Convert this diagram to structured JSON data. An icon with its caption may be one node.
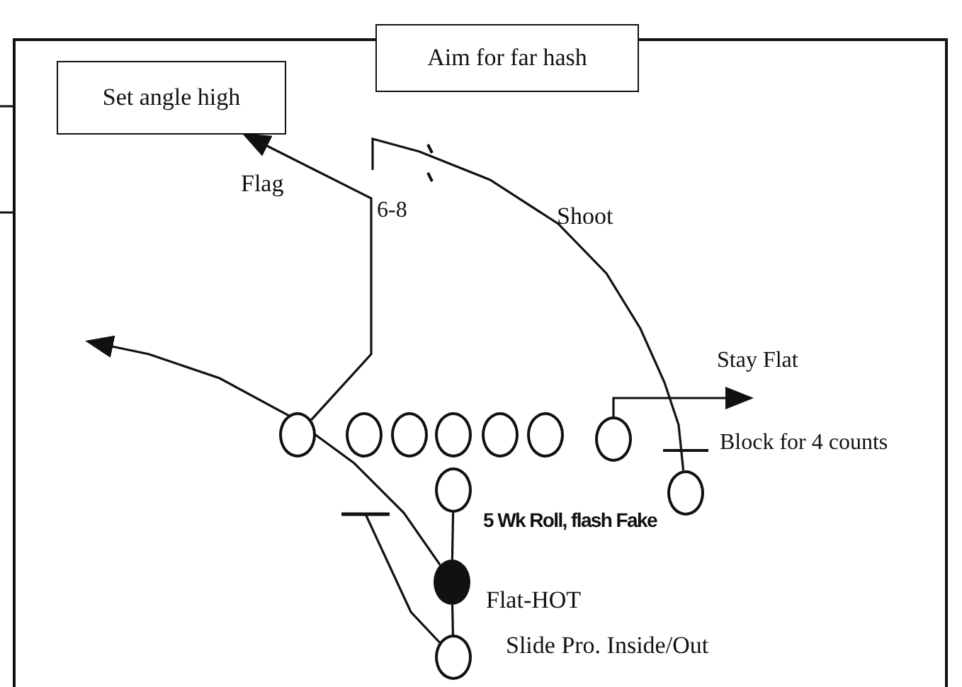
{
  "diagram": {
    "nodes": [
      {
        "text": [
          "Set angle high"
        ]
      },
      {
        "text": [
          "Aim for far hash"
        ]
      },
      {
        "text": [],
        "shape": "circle"
      },
      {
        "text": [],
        "shape": "circle"
      },
      {
        "text": [],
        "shape": "circle"
      },
      {
        "text": [],
        "shape": "circle"
      },
      {
        "text": [],
        "shape": "circle"
      },
      {
        "text": [],
        "shape": "circle"
      },
      {
        "text": [],
        "shape": "circle"
      },
      {
        "text": [],
        "shape": "circle"
      },
      {
        "text": [],
        "shape": "circle"
      },
      {
        "text": [],
        "shape": "circle"
      },
      {
        "text": [],
        "shape": "circle"
      }
    ],
    "edges": [
      {
        "from": 2,
        "to": 0,
        "arrow": "to"
      },
      {
        "from": 8,
        "to": null,
        "arrow": "to"
      },
      {
        "from": 9,
        "to": null,
        "arrow": "none"
      },
      {
        "from": 10,
        "to": 11,
        "arrow": "none"
      },
      {
        "from": 11,
        "to": 12,
        "arrow": "none"
      },
      {
        "from": 11,
        "to": null,
        "arrow": "to"
      },
      {
        "from": 12,
        "to": null,
        "arrow": "other"
      }
    ],
    "labels": [
      "Flag",
      "6-8",
      "Shoot",
      "Stay Flat",
      "Block for 4 counts",
      "5 Wk Roll, flash Fake",
      "Flat-HOT",
      "Slide Pro. Inside/Out"
    ]
  }
}
